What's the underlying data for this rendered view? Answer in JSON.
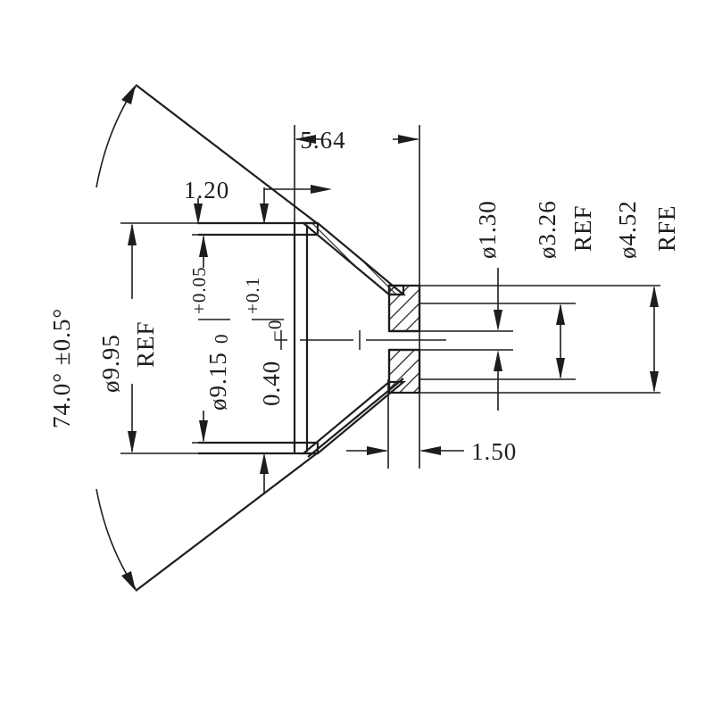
{
  "drawing": {
    "title": "Reflector cross-section dimensioned drawing",
    "units_note": "",
    "line_color": "#1d1d1d",
    "background": "#ffffff"
  },
  "dimensions": {
    "angle": {
      "name": "beam-angle",
      "value": "74.0",
      "degree": "°",
      "plusminus": "±0.5",
      "plusminus_degree": "°",
      "full_label": "74.0° ±0.5°"
    },
    "outer_diameter": {
      "name": "outer-diameter",
      "value": "ø9.95",
      "ref": "REF"
    },
    "inner_diameter": {
      "name": "inner-diameter",
      "value": "ø9.15",
      "tol_upper": "+0.05",
      "tol_lower": "0"
    },
    "flange_thickness": {
      "name": "flange-thickness",
      "value": "1.20"
    },
    "wall_thickness": {
      "name": "wall-thickness",
      "value": "0.40",
      "tol_upper": "+0.1",
      "tol_lower": "−0"
    },
    "overall_length": {
      "name": "overall-length",
      "value": "5.64"
    },
    "neck_length": {
      "name": "neck-length",
      "value": "1.50"
    },
    "bore_small": {
      "name": "bore-small-diameter",
      "value": "ø1.30"
    },
    "bore_mid": {
      "name": "bore-mid-diameter",
      "value": "ø3.26",
      "ref": "REF"
    },
    "bore_large": {
      "name": "bore-large-diameter",
      "value": "ø4.52",
      "ref": "RFE"
    }
  }
}
